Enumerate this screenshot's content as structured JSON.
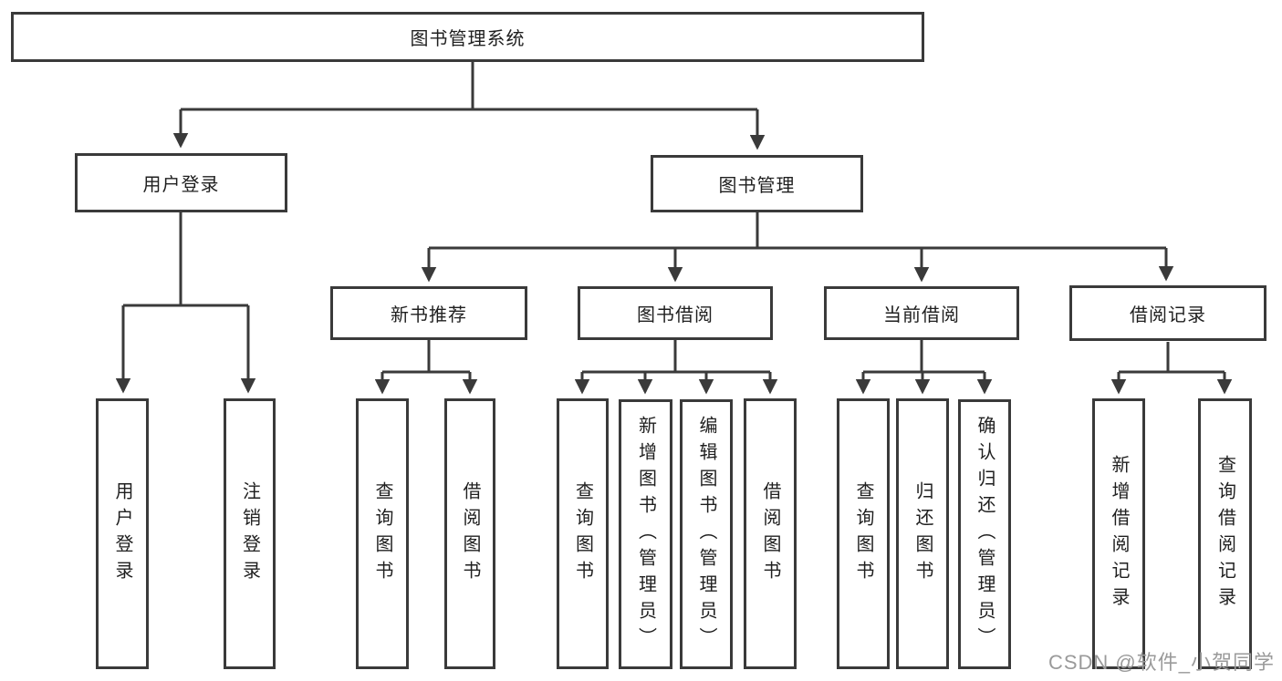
{
  "diagram": {
    "title": "图书管理系统",
    "root": {
      "label": "图书管理系统"
    },
    "level2": {
      "user_login": {
        "label": "用户登录"
      },
      "book_mgmt": {
        "label": "图书管理"
      }
    },
    "level3": {
      "new_book_rec": {
        "label": "新书推荐"
      },
      "book_borrow": {
        "label": "图书借阅"
      },
      "current_borrow": {
        "label": "当前借阅"
      },
      "borrow_records": {
        "label": "借阅记录"
      }
    },
    "leaves": {
      "login_user_login": {
        "label": "用户登录"
      },
      "login_logout": {
        "label": "注销登录"
      },
      "rec_query_book": {
        "label": "查询图书"
      },
      "rec_borrow_book": {
        "label": "借阅图书"
      },
      "bb_query_book": {
        "label": "查询图书"
      },
      "bb_add_book_admin": {
        "label": "新增图书（管理员）"
      },
      "bb_edit_book_admin": {
        "label": "编辑图书（管理员）"
      },
      "bb_borrow_book": {
        "label": "借阅图书"
      },
      "cb_query_book": {
        "label": "查询图书"
      },
      "cb_return_book": {
        "label": "归还图书"
      },
      "cb_confirm_return_admin": {
        "label": "确认归还（管理员）"
      },
      "br_add_record": {
        "label": "新增借阅记录"
      },
      "br_query_record": {
        "label": "查询借阅记录"
      }
    }
  },
  "watermark": "CSDN @软件_小贺同学",
  "colors": {
    "line": "#3a3a3a",
    "box_border": "#3a3a3a",
    "text": "#1f1f1f",
    "watermark": "#9a9a9a",
    "background": "#ffffff"
  }
}
